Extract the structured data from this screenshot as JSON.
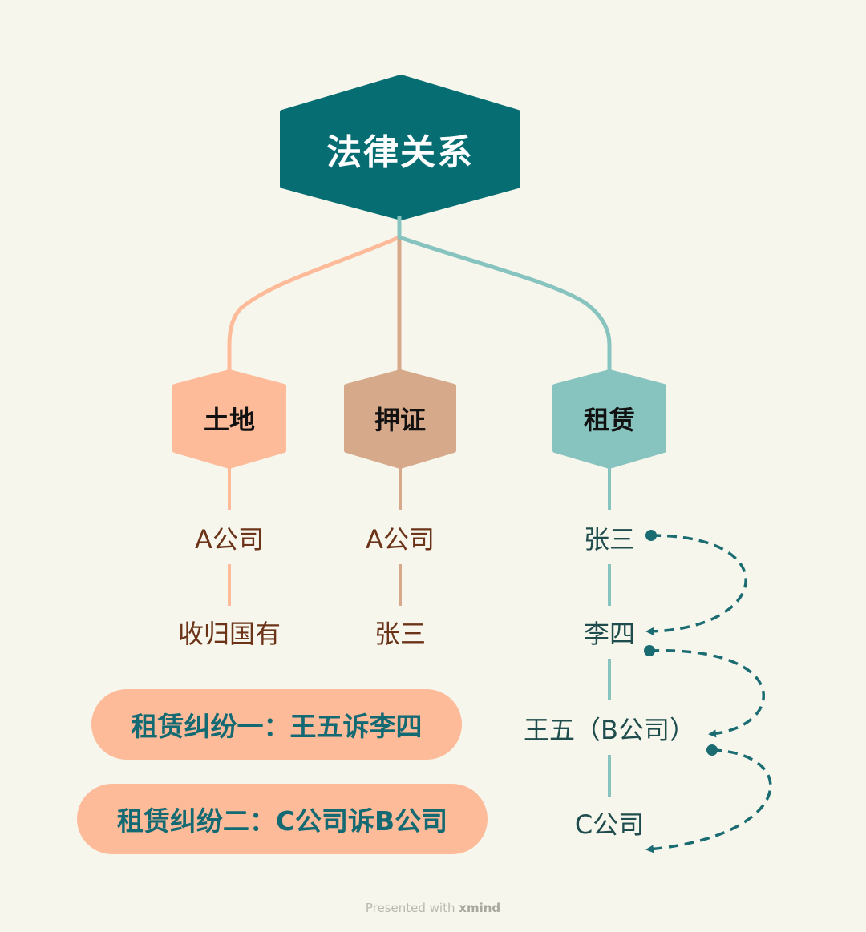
{
  "root": {
    "label": "法律关系"
  },
  "categories": [
    {
      "label": "土地",
      "items": [
        "A公司",
        "收归国有"
      ]
    },
    {
      "label": "押证",
      "items": [
        "A公司",
        "张三"
      ]
    },
    {
      "label": "租赁",
      "items": [
        "张三",
        "李四",
        "王五（B公司）",
        "C公司"
      ]
    }
  ],
  "disputes": [
    "租赁纠纷一：王五诉李四",
    "租赁纠纷二：C公司诉B公司"
  ],
  "footer": {
    "prefix": "Presented with",
    "brand": "xmind"
  },
  "colors": {
    "background": "#f7f6ec",
    "root": "#066e73",
    "land": "#fdbb9a",
    "pledge": "#d6a98a",
    "lease": "#88c4bf",
    "dispute_pill": "#fdbb9a",
    "dispute_text": "#136a72",
    "arrow": "#1a6c72"
  }
}
